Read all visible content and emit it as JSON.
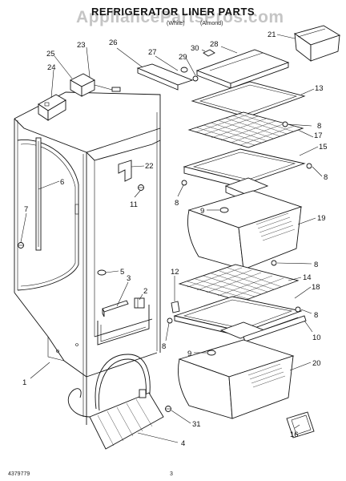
{
  "title": "REFRIGERATOR LINER PARTS",
  "watermark": "AppliancePartsPros.com",
  "color_labels": {
    "white": "(White)",
    "almond": "(Almond)"
  },
  "footer": {
    "doc_number": "4379779",
    "page": "3"
  },
  "part_numbers": {
    "p1": "1",
    "p2": "2",
    "p3": "3",
    "p4": "4",
    "p5": "5",
    "p6": "6",
    "p7": "7",
    "p8a": "8",
    "p8b": "8",
    "p8c": "8",
    "p8d": "8",
    "p8e": "8",
    "p8f": "8",
    "p9a": "9",
    "p9b": "9",
    "p10": "10",
    "p11": "11",
    "p12": "12",
    "p13": "13",
    "p14": "14",
    "p15": "15",
    "p16": "16",
    "p17": "17",
    "p18": "18",
    "p19": "19",
    "p20": "20",
    "p21": "21",
    "p22": "22",
    "p23": "23",
    "p24": "24",
    "p25": "25",
    "p26": "26",
    "p27": "27",
    "p28": "28",
    "p29": "29",
    "p30": "30",
    "p31": "31"
  }
}
